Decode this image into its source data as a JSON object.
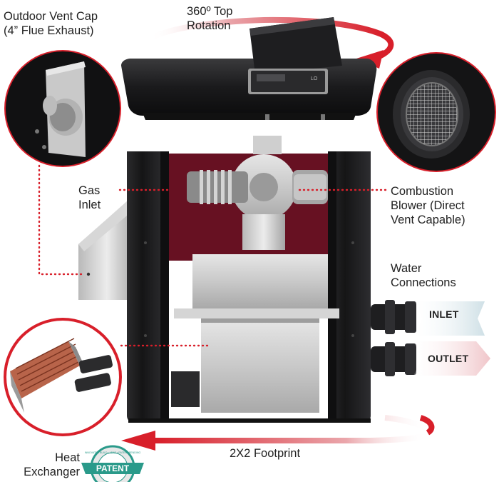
{
  "labels": {
    "vent_cap": [
      "Outdoor Vent Cap",
      "(4” Flue Exhaust)"
    ],
    "top_rotation": [
      "360º Top",
      "Rotation"
    ],
    "gas_inlet": [
      "Gas",
      "Inlet"
    ],
    "combustion": [
      "Combustion",
      "Blower (Direct",
      "Vent Capable)"
    ],
    "water": [
      "Water",
      "Connections"
    ],
    "inlet_tag": "INLET",
    "outlet_tag": "OUTLET",
    "footprint": "2X2 Footprint",
    "heat_exchanger": [
      "Heat",
      "Exchanger"
    ],
    "badge_text": "PATENT",
    "badge_ring": "INNOVATE • BUILD • LEAD • PATENT PENDING",
    "display_text": "LO"
  },
  "colors": {
    "accent_red": "#d81f2a",
    "cabinet_black": "#1c1c1e",
    "chamber_red": "#7a1428",
    "badge_green": "#2a9a8a",
    "inlet_arrow": "#d9e6ea",
    "outlet_arrow": "#f3d3d6"
  }
}
